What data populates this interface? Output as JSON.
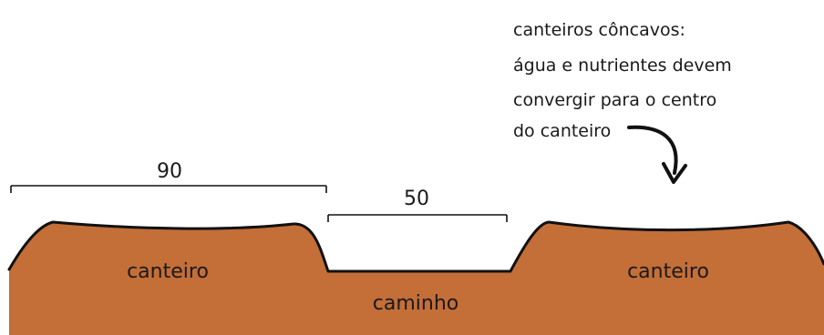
{
  "annotation": {
    "lines": [
      "canteiros côncavos:",
      "água e nutrientes devem",
      "convergir para o centro",
      "do canteiro"
    ]
  },
  "dimensions": {
    "bed_width": "90",
    "path_width": "50"
  },
  "labels": {
    "left_bed": "canteiro",
    "right_bed": "canteiro",
    "path": "caminho"
  },
  "colors": {
    "soil": "#C46E38",
    "outline": "#111111",
    "text": "#1a1a1a"
  },
  "icons": {
    "arrow": "curved-arrow-down-icon"
  }
}
